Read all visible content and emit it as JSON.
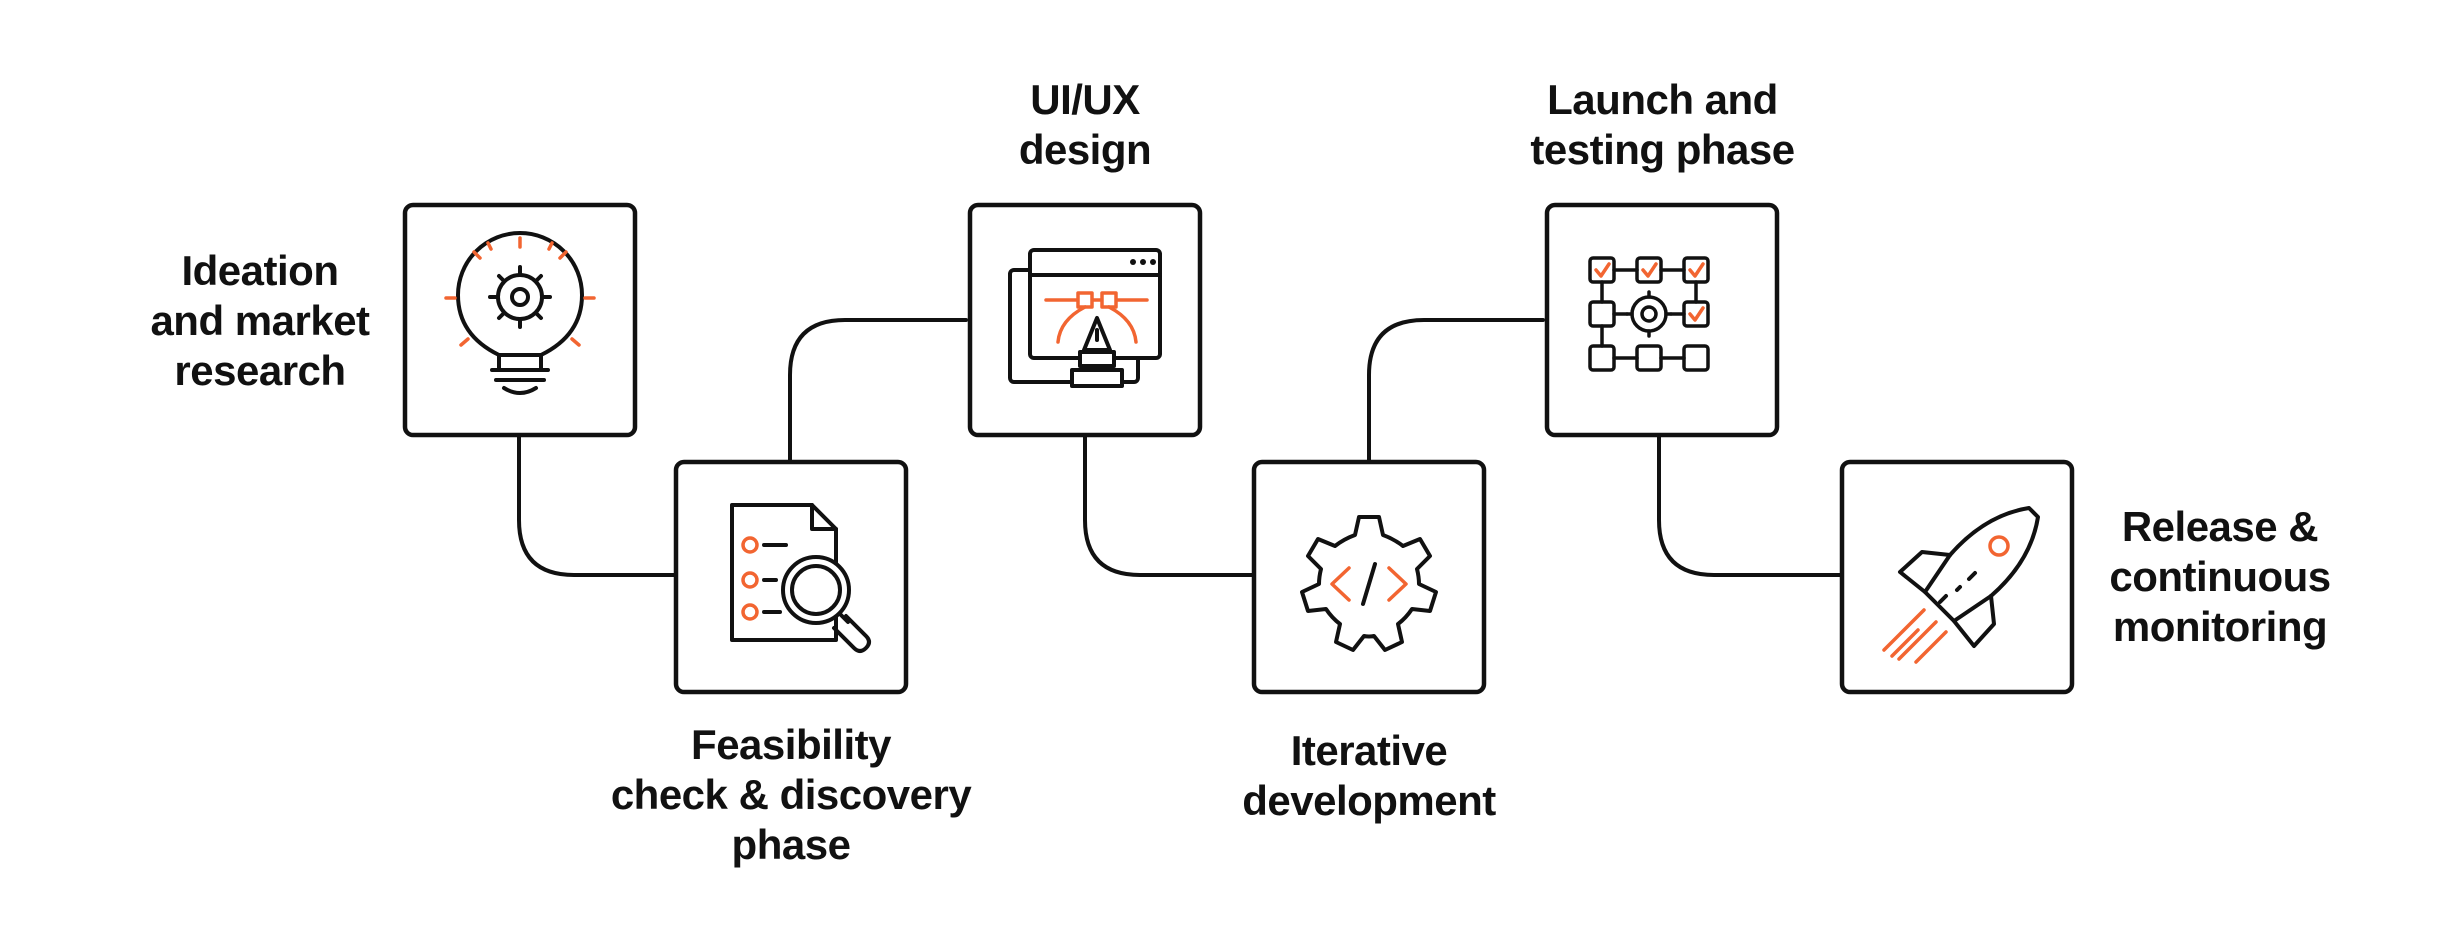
{
  "colors": {
    "stroke": "#111111",
    "accent": "#f26531",
    "background": "#ffffff"
  },
  "steps": [
    {
      "id": "ideation",
      "icon": "lightbulb-gear-icon",
      "label_lines": [
        "Ideation",
        "and market",
        "research"
      ]
    },
    {
      "id": "feasibility",
      "icon": "document-magnifier-icon",
      "label_lines": [
        "Feasibility",
        "check & discovery",
        "phase"
      ]
    },
    {
      "id": "design",
      "icon": "design-window-pen-icon",
      "label_lines": [
        "UI/UX",
        "design"
      ]
    },
    {
      "id": "development",
      "icon": "gear-code-icon",
      "label_lines": [
        "Iterative",
        "development"
      ]
    },
    {
      "id": "testing",
      "icon": "checklist-flow-gear-icon",
      "label_lines": [
        "Launch and",
        "testing phase"
      ]
    },
    {
      "id": "release",
      "icon": "rocket-icon",
      "label_lines": [
        "Release &",
        "continuous",
        "monitoring"
      ]
    }
  ]
}
